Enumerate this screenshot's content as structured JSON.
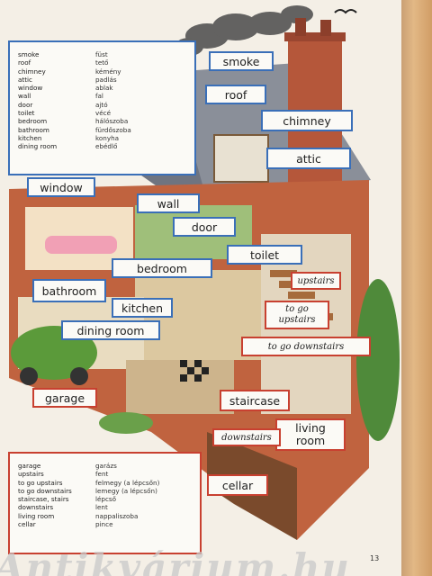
{
  "vocab_top": [
    {
      "en": "smoke",
      "hu": "füst"
    },
    {
      "en": "roof",
      "hu": "tető"
    },
    {
      "en": "chimney",
      "hu": "kémény"
    },
    {
      "en": "attic",
      "hu": "padlás"
    },
    {
      "en": "window",
      "hu": "ablak"
    },
    {
      "en": "wall",
      "hu": "fal"
    },
    {
      "en": "door",
      "hu": "ajtó"
    },
    {
      "en": "toilet",
      "hu": "vécé"
    },
    {
      "en": "bedroom",
      "hu": "hálószoba"
    },
    {
      "en": "bathroom",
      "hu": "fürdőszoba"
    },
    {
      "en": "kitchen",
      "hu": "konyha"
    },
    {
      "en": "dining room",
      "hu": "ebédlő"
    }
  ],
  "vocab_bottom": [
    {
      "en": "garage",
      "hu": "garázs"
    },
    {
      "en": "upstairs",
      "hu": "fent"
    },
    {
      "en": "to go upstairs",
      "hu": "felmegy (a lépcsőn)"
    },
    {
      "en": "to go downstairs",
      "hu": "lemegy (a lépcsőn)"
    },
    {
      "en": "staircase, stairs",
      "hu": "lépcső"
    },
    {
      "en": "downstairs",
      "hu": "lent"
    },
    {
      "en": "living room",
      "hu": "nappaliszoba"
    },
    {
      "en": "cellar",
      "hu": "pince"
    }
  ],
  "labels": {
    "smoke": "smoke",
    "roof": "roof",
    "chimney": "chimney",
    "attic": "attic",
    "window": "window",
    "wall": "wall",
    "door": "door",
    "toilet": "toilet",
    "bedroom": "bedroom",
    "upstairs": "upstairs",
    "bathroom": "bathroom",
    "kitchen": "kitchen",
    "to_go_upstairs_1": "to go",
    "to_go_upstairs_2": "upstairs",
    "dining_room": "dining room",
    "to_go_downstairs": "to go downstairs",
    "garage": "garage",
    "staircase": "staircase",
    "living_room_1": "living",
    "living_room_2": "room",
    "downstairs": "downstairs",
    "cellar": "cellar"
  },
  "page_number": "13",
  "watermark": "Antikvárium.hu",
  "colors": {
    "label_blue": "#3a6fb8",
    "label_red": "#c84030",
    "page": "#f4efe6"
  }
}
